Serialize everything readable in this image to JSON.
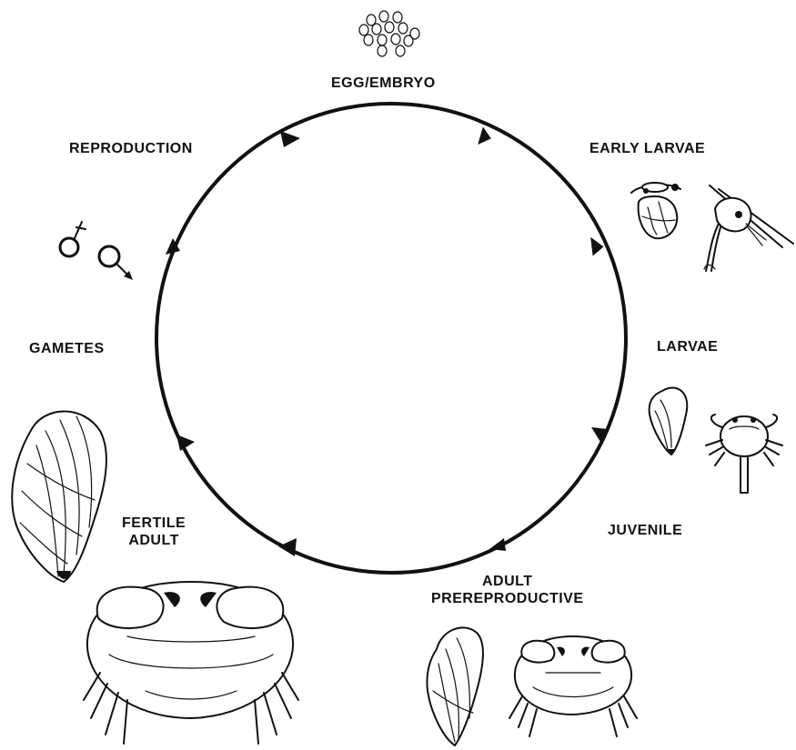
{
  "stages": {
    "egg_embryo": "EGG/EMBRYO",
    "early_larvae": "EARLY LARVAE",
    "larvae": "LARVAE",
    "juvenile": "JUVENILE",
    "adult_prereproductive_line1": "ADULT",
    "adult_prereproductive_line2": "PREREPRODUCTIVE",
    "fertile_adult_line1": "FERTILE",
    "fertile_adult_line2": "ADULT",
    "gametes": "GAMETES",
    "reproduction": "REPRODUCTION"
  },
  "symbols": {
    "male": "♂",
    "female": "♀"
  }
}
